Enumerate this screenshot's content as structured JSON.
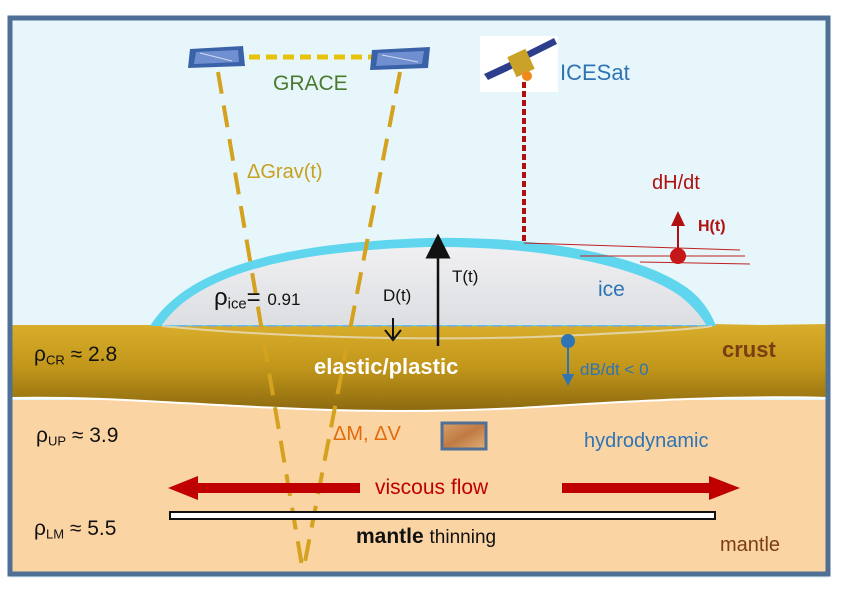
{
  "labels": {
    "grace": "GRACE",
    "icesat": "ICESat",
    "delta_grav": "ΔGrav(t)",
    "dh_dt": "dH/dt",
    "h_t": "H(t)",
    "rho_symbol": "ρ",
    "rho_ice_sub": "ice",
    "rho_ice_value": "0.91",
    "d_t": "D(t)",
    "t_t": "T(t)",
    "ice": "ice",
    "rho_cr_sub": "CR",
    "rho_cr_value": "≈ 2.8",
    "elastic_plastic": "elastic/plastic",
    "db_dt": "dB/dt < 0",
    "crust": "crust",
    "rho_up_sub": "UP",
    "rho_up_value": "≈ 3.9",
    "delta_m_v": "ΔM, ΔV",
    "hydrodynamic": "hydrodynamic",
    "viscous_flow": "viscous flow",
    "rho_lm_sub": "LM",
    "rho_lm_value": "≈ 5.5",
    "mantle_word": "mantle",
    "thinning_word": "thinning",
    "mantle": "mantle"
  },
  "colors": {
    "sky": "#e6f6fa",
    "frame": "#4f6f94",
    "crust": "#c59a1a",
    "mantle": "#fbd4a4",
    "ice_rim": "#5fd6ee",
    "ice_body": "#e6e8ec",
    "grace_beam": "#d4a21f",
    "icesat_beam": "#b01010",
    "flow_arrow": "#c00000",
    "blue_marker": "#2e74b5"
  }
}
